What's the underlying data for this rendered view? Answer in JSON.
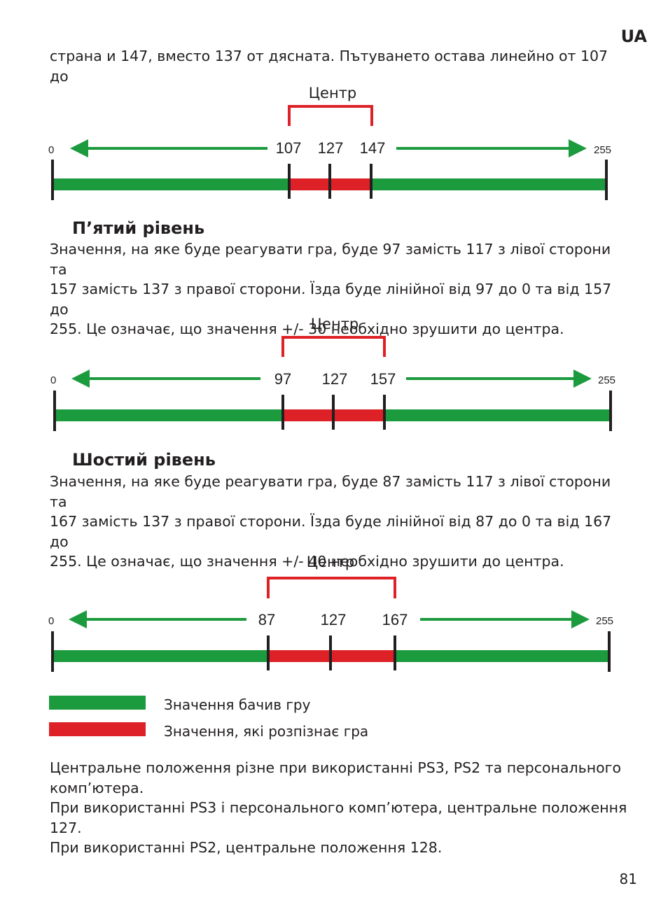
{
  "lang_tag": "UA",
  "intro_line": "страна и 147, вместо 137 от дясната. Пътуването остава линейно от 107 до",
  "colors": {
    "green": "#1c9a3e",
    "red": "#dd2127",
    "black": "#231f20"
  },
  "diagrams": [
    {
      "center_label": "Центр",
      "min": "0",
      "max": "255",
      "left": "107",
      "mid": "127",
      "right": "147"
    },
    {
      "center_label": "Центр",
      "min": "0",
      "max": "255",
      "left": "97",
      "mid": "127",
      "right": "157"
    },
    {
      "center_label": "Центр",
      "min": "0",
      "max": "255",
      "left": "87",
      "mid": "127",
      "right": "167"
    }
  ],
  "sections": [
    {
      "heading": "П’ятий рівень",
      "lines": [
        "Значення, на яке буде реагувати гра, буде 97 замість 117 з лівої сторони та",
        "157 замість 137 з правої сторони. Їзда буде лінійної від 97 до 0 та від 157 до",
        "255. Це означає, що значення +/- 30 необхідно зрушити до центра."
      ]
    },
    {
      "heading": "Шостий рівень",
      "lines": [
        "Значення, на яке буде реагувати гра, буде 87 замість 117 з лівої сторони та",
        "167 замість 137 з правої сторони. Їзда буде лінійної від 87 до 0 та від 167 до",
        "255. Це означає, що значення +/- 40 необхідно зрушити до центра."
      ]
    }
  ],
  "legend": {
    "green_label": "Значення бачив гру",
    "red_label": "Значення, які розпізнає гра"
  },
  "footer_lines": [
    "Центральне положення різне при використанні PS3, PS2 та персонального",
    "комп’ютера.",
    "При використанні PS3 і персонального комп’ютера, центральне положення",
    "127.",
    "При використанні PS2, центральне положення 128."
  ],
  "page_number": "81"
}
